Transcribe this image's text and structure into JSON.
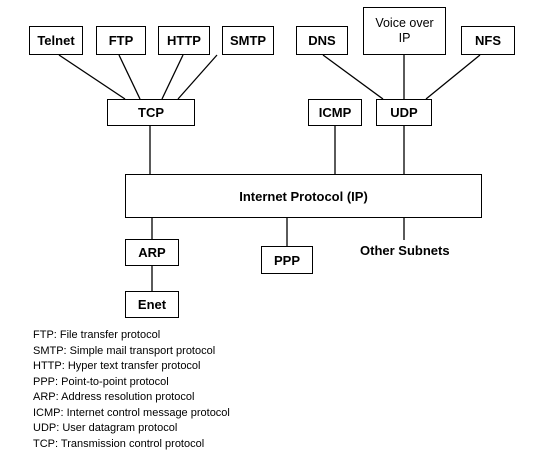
{
  "boxes": {
    "telnet": "Telnet",
    "ftp": "FTP",
    "http": "HTTP",
    "smtp": "SMTP",
    "dns": "DNS",
    "voip": "Voice over IP",
    "nfs": "NFS",
    "tcp": "TCP",
    "icmp": "ICMP",
    "udp": "UDP",
    "ip": "Internet Protocol (IP)",
    "arp": "ARP",
    "ppp": "PPP",
    "enet": "Enet"
  },
  "labels": {
    "other_subnets": "Other Subnets"
  },
  "legend": [
    "FTP: File transfer protocol",
    "SMTP: Simple mail transport protocol",
    "HTTP: Hyper text transfer protocol",
    "PPP: Point-to-point protocol",
    "ARP: Address resolution protocol",
    "ICMP: Internet control message protocol",
    "UDP: User datagram protocol",
    "TCP: Transmission control protocol"
  ]
}
